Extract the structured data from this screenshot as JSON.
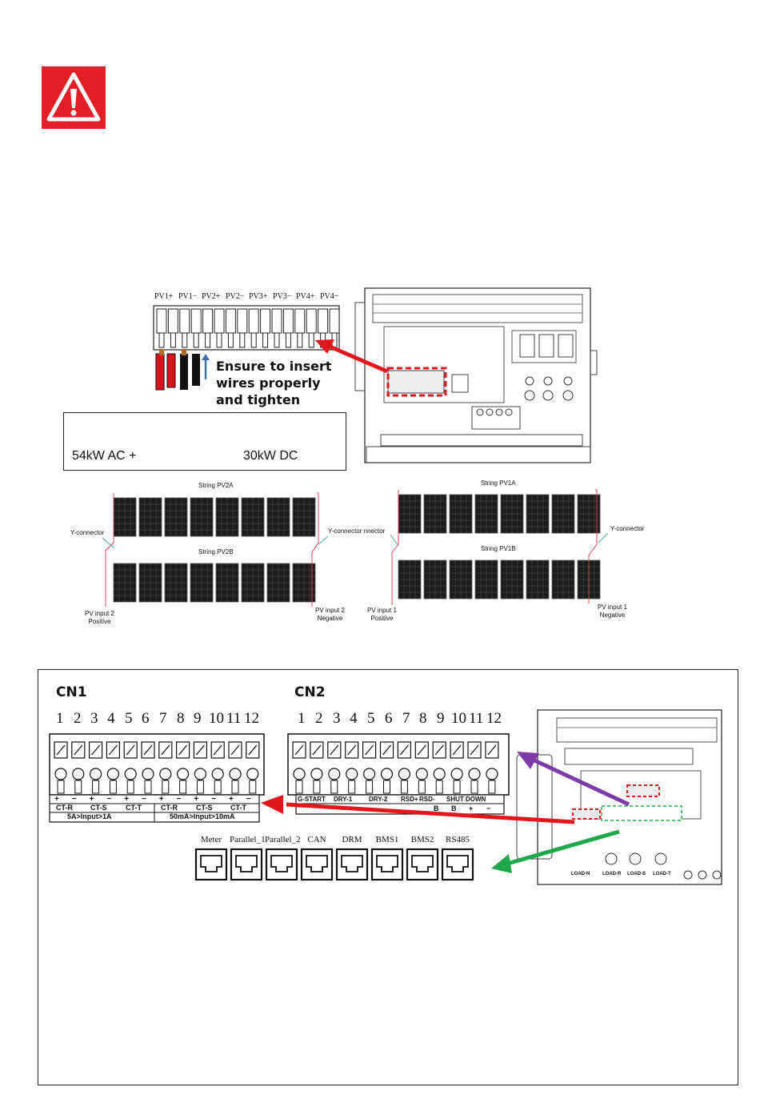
{
  "warning": {
    "icon": "warning-triangle-icon",
    "color": "#e31e24"
  },
  "pv_terminal": {
    "labels": [
      "PV1+",
      "PV1−",
      "PV2+",
      "PV2−",
      "PV3+",
      "PV3−",
      "PV4+",
      "PV4−"
    ],
    "instruction_lines": [
      "Ensure to insert",
      "wires properly",
      "and tighten"
    ]
  },
  "rating_box": {
    "ac": "54kW AC +",
    "dc": "30kW DC"
  },
  "strings": {
    "pv2a": "String PV2A",
    "pv2b": "String PV2B",
    "pv1a": "String PV1A",
    "pv1b": "String PV1B",
    "y_connector": "Y-connector",
    "y_connector_mid": "Y-connector nnector",
    "pv2_pos": [
      "PV input 2",
      "Positive"
    ],
    "pv2_neg": [
      "PV input 2",
      "Negative"
    ],
    "pv1_pos": [
      "PV input 1",
      "Positive"
    ],
    "pv1_neg": [
      "PV input 1",
      "Negative"
    ]
  },
  "cn1": {
    "title": "CN1",
    "numbers": [
      "1",
      "2",
      "3",
      "4",
      "5",
      "6",
      "7",
      "8",
      "9",
      "10",
      "11",
      "12"
    ],
    "polarity": [
      "+",
      "−",
      "+",
      "−",
      "+",
      "−",
      "+",
      "−",
      "+",
      "−",
      "+",
      "−"
    ],
    "groups": [
      "CT-R",
      "CT-S",
      "CT-T",
      "CT-R",
      "CT-S",
      "CT-T"
    ],
    "ranges": [
      "5A>Input>1A",
      "50mA>Input>10mA"
    ]
  },
  "cn2": {
    "title": "CN2",
    "numbers": [
      "1",
      "2",
      "3",
      "4",
      "5",
      "6",
      "7",
      "8",
      "9",
      "10",
      "11",
      "12"
    ],
    "groups": [
      "G-START",
      "DRY-1",
      "DRY-2",
      "RSD+",
      "RSD-",
      "SHUT DOWN"
    ],
    "shutdown_sub": [
      "B",
      "B",
      "+",
      "−"
    ]
  },
  "ports": [
    "Meter",
    "Parallel_1",
    "Parallel_2",
    "CAN",
    "DRM",
    "BMS1",
    "BMS2",
    "RS485"
  ],
  "inverter_labels": [
    "LOAD-N",
    "LOAD-R",
    "LOAD-S",
    "LOAD-T"
  ],
  "colors": {
    "red_arrow": "#e3161b",
    "purple_arrow": "#7d3aa8",
    "green_arrow": "#1fa84a",
    "panel": "#1a1a1a"
  }
}
